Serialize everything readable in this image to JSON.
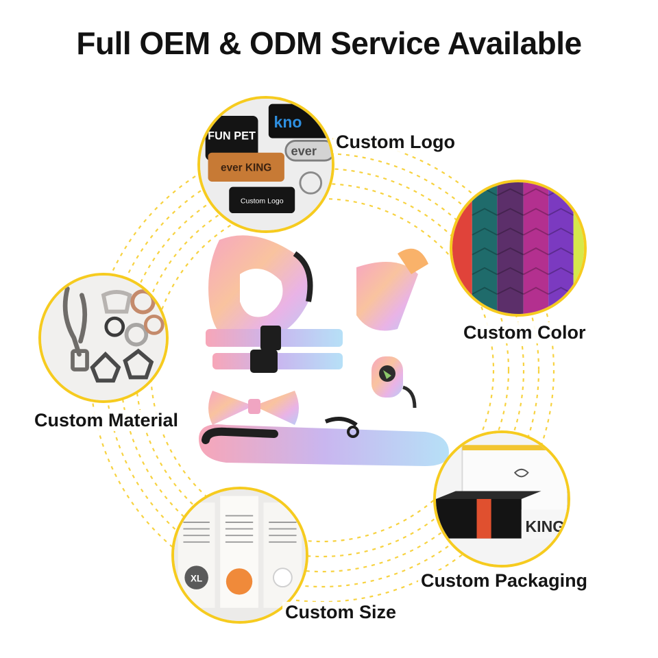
{
  "headline": "Full OEM & ODM Service Available",
  "colors": {
    "accent": "#f6cb1f",
    "text": "#141414",
    "gradient": [
      "#f7a3b3",
      "#f9c1a0",
      "#b8c8f5",
      "#e2a6ee"
    ]
  },
  "features": [
    {
      "label": "Custom Logo",
      "icon": "logo-patches"
    },
    {
      "label": "Custom Color",
      "icon": "color-webbing"
    },
    {
      "label": "Custom Material",
      "icon": "metal-hardware"
    },
    {
      "label": "Custom Packaging",
      "icon": "gift-box"
    },
    {
      "label": "Custom Size",
      "icon": "size-labels"
    }
  ],
  "logo_patches": [
    "FUN PET",
    "kno",
    "ever",
    "ever KING",
    "Custom Logo"
  ],
  "size_tag": "XL",
  "packaging_tag": "KING"
}
